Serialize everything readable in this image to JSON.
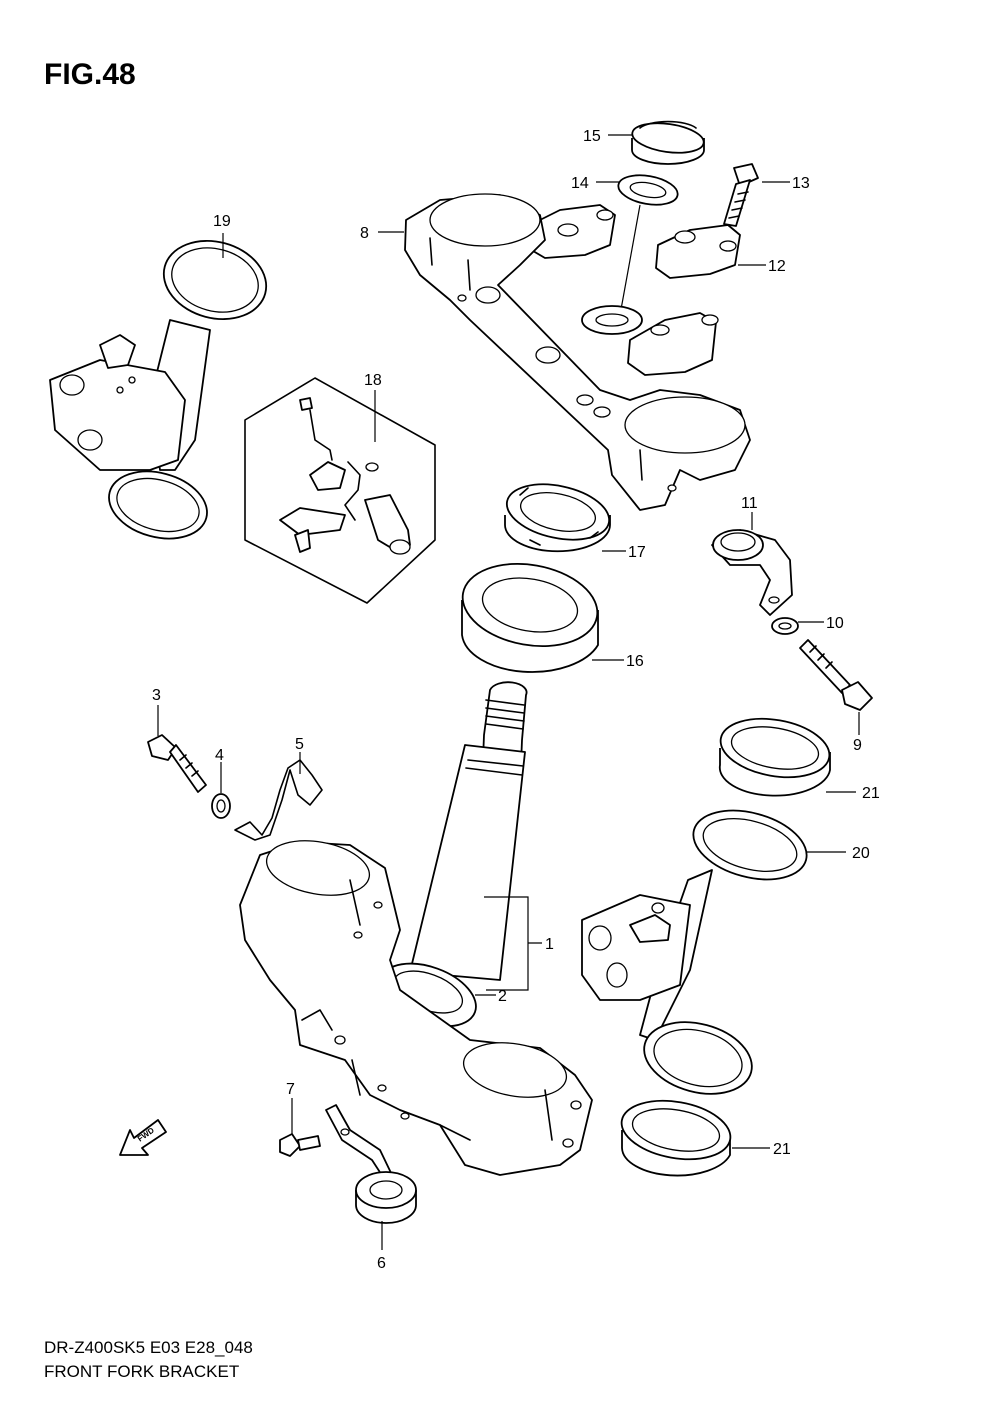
{
  "figure": {
    "title": "FIG.48",
    "model_code": "DR-Z400SK5 E03 E28_048",
    "caption": "FRONT FORK BRACKET"
  },
  "callouts": {
    "c1": "1",
    "c2": "2",
    "c3": "3",
    "c4": "4",
    "c5": "5",
    "c6": "6",
    "c7": "7",
    "c8": "8",
    "c9": "9",
    "c10": "10",
    "c11": "11",
    "c12": "12",
    "c13": "13",
    "c14": "14",
    "c15": "15",
    "c16": "16",
    "c17": "17",
    "c18": "18",
    "c19": "19",
    "c20": "20",
    "c21a": "21",
    "c21b": "21"
  },
  "fwd_arrow": {
    "label": "FWD"
  },
  "colors": {
    "line": "#000000",
    "background": "#ffffff"
  }
}
